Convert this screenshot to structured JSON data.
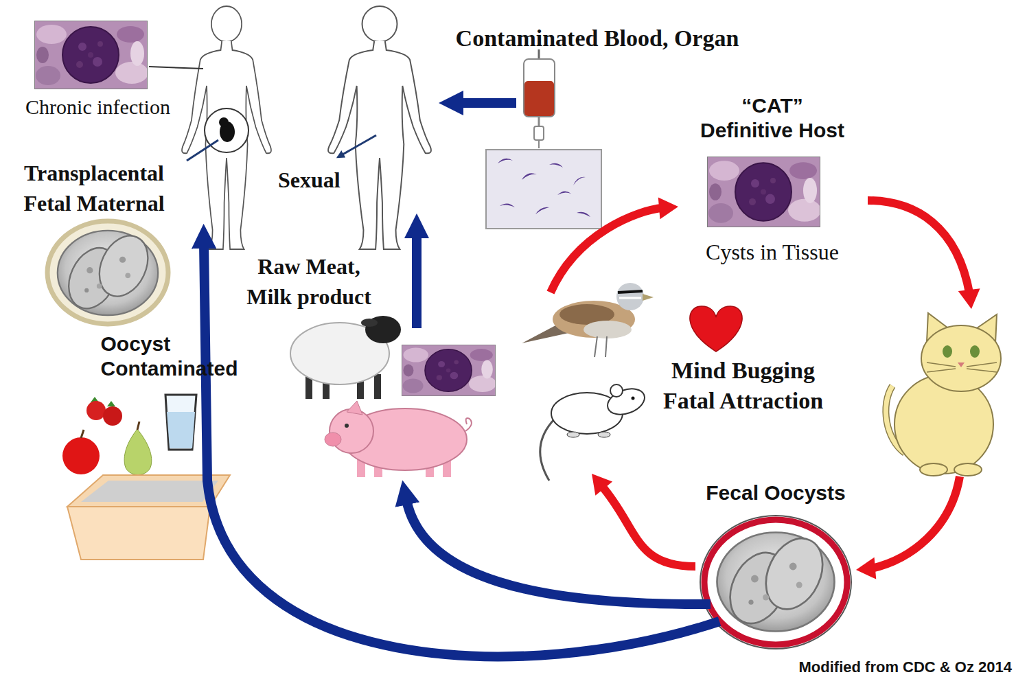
{
  "diagram": {
    "nodes": [
      {
        "text": [
          "Chronic infection"
        ]
      },
      {
        "text": [
          "Contaminated Blood, Organ"
        ]
      },
      {
        "text": [
          "“CAT” Definitive Host",
          "Cysts in Tissue"
        ]
      },
      {
        "text": [
          "Oocyst Contaminated"
        ]
      },
      {
        "text": [
          "Fecal Oocysts"
        ]
      }
    ],
    "edges": [
      {
        "from": 2,
        "to": 4,
        "arrow": "to"
      },
      {
        "from": 4,
        "to": 2,
        "arrow": "to"
      }
    ],
    "labels": [
      "Transplacental Fetal Maternal",
      "Sexual",
      "Raw Meat, Milk product",
      "Mind Bugging Fatal Attraction",
      "Modified from CDC & Oz 2014"
    ]
  }
}
